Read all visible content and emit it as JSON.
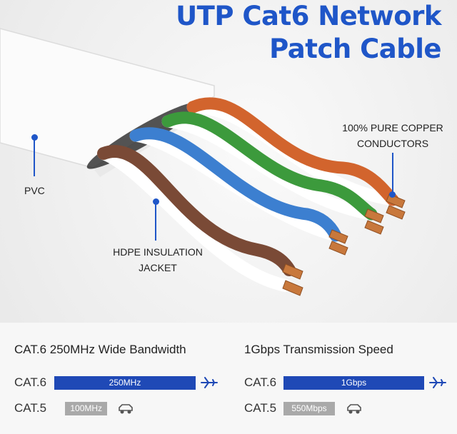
{
  "title": {
    "line1": "UTP Cat6 Network",
    "line2": "Patch Cable"
  },
  "callouts": {
    "pvc": "PVC",
    "copper_line1": "100% PURE COPPER",
    "copper_line2": "CONDUCTORS",
    "hdpe_line1": "HDPE INSULATION",
    "hdpe_line2": "JACKET"
  },
  "specs": {
    "bandwidth": {
      "heading": "CAT.6 250MHz Wide Bandwidth",
      "rows": [
        {
          "label": "CAT.6",
          "value": "250MHz",
          "fraction": 1.0,
          "icon": "airplane-icon"
        },
        {
          "label": "CAT.5",
          "value": "100MHz",
          "fraction": 0.4,
          "icon": "car-icon"
        }
      ]
    },
    "speed": {
      "heading": "1Gbps Transmission Speed",
      "rows": [
        {
          "label": "CAT.6",
          "value": "1Gbps",
          "fraction": 1.0,
          "icon": "airplane-icon"
        },
        {
          "label": "CAT.5",
          "value": "550Mbps",
          "fraction": 0.4,
          "icon": "car-icon"
        }
      ]
    }
  },
  "colors": {
    "accent": "#1f56c8",
    "bar_blue": "#1f49b6",
    "bar_gray": "#a9a9a9",
    "wire_orange": "#d2642d",
    "wire_green": "#3c9a3c",
    "wire_blue": "#3c7fd0",
    "wire_brown": "#7a4a36",
    "copper": "#c8783c"
  }
}
